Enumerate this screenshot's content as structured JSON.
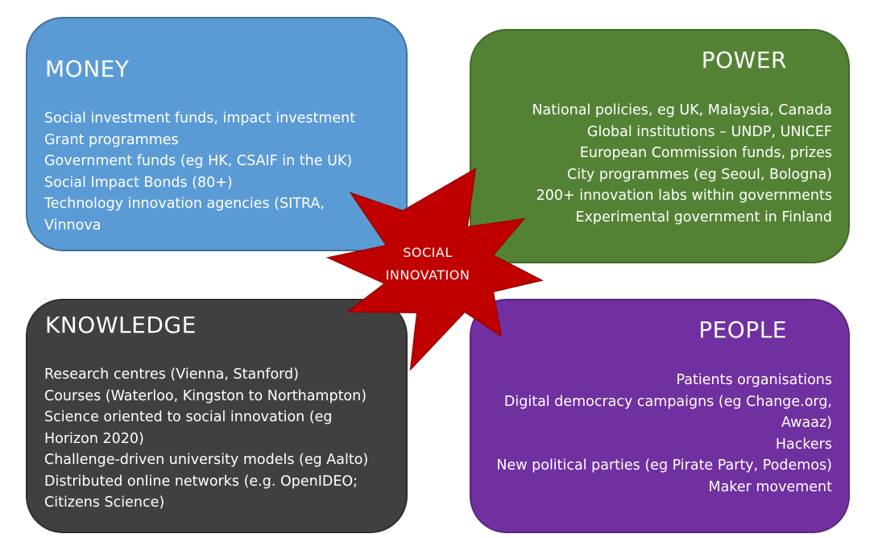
{
  "quadrants": {
    "money": {
      "title": "MONEY",
      "items": [
        "Social investment funds, impact investment",
        "Grant programmes",
        "Government funds (eg HK, CSAIF in the UK)",
        "Social Impact Bonds (80+)",
        "Technology innovation agencies (SITRA,",
        "Vinnova"
      ]
    },
    "power": {
      "title": "POWER",
      "items": [
        "National policies, eg UK, Malaysia, Canada",
        "Global institutions – UNDP, UNICEF",
        "European Commission funds, prizes",
        "City programmes (eg Seoul, Bologna)",
        "200+ innovation labs within governments",
        "Experimental government in Finland"
      ]
    },
    "knowledge": {
      "title": "KNOWLEDGE",
      "items": [
        "Research centres (Vienna, Stanford)",
        "Courses (Waterloo, Kingston to Northampton)",
        "Science oriented to social innovation (eg",
        "Horizon 2020)",
        "Challenge-driven university models (eg Aalto)",
        "Distributed online networks (e.g. OpenIDEO;",
        "Citizens Science)"
      ]
    },
    "people": {
      "title": "PEOPLE",
      "items": [
        "Patients organisations",
        "Digital democracy campaigns (eg Change.org,",
        "Awaaz)",
        "Hackers",
        "New political parties (eg Pirate Party, Podemos)",
        "Maker movement"
      ]
    }
  },
  "center": {
    "line1": "SOCIAL",
    "line2": "INNOVATION"
  },
  "colors": {
    "money": "#5b9bd5",
    "power": "#548235",
    "knowledge": "#404040",
    "people": "#7030a0",
    "star": "#c00000"
  }
}
